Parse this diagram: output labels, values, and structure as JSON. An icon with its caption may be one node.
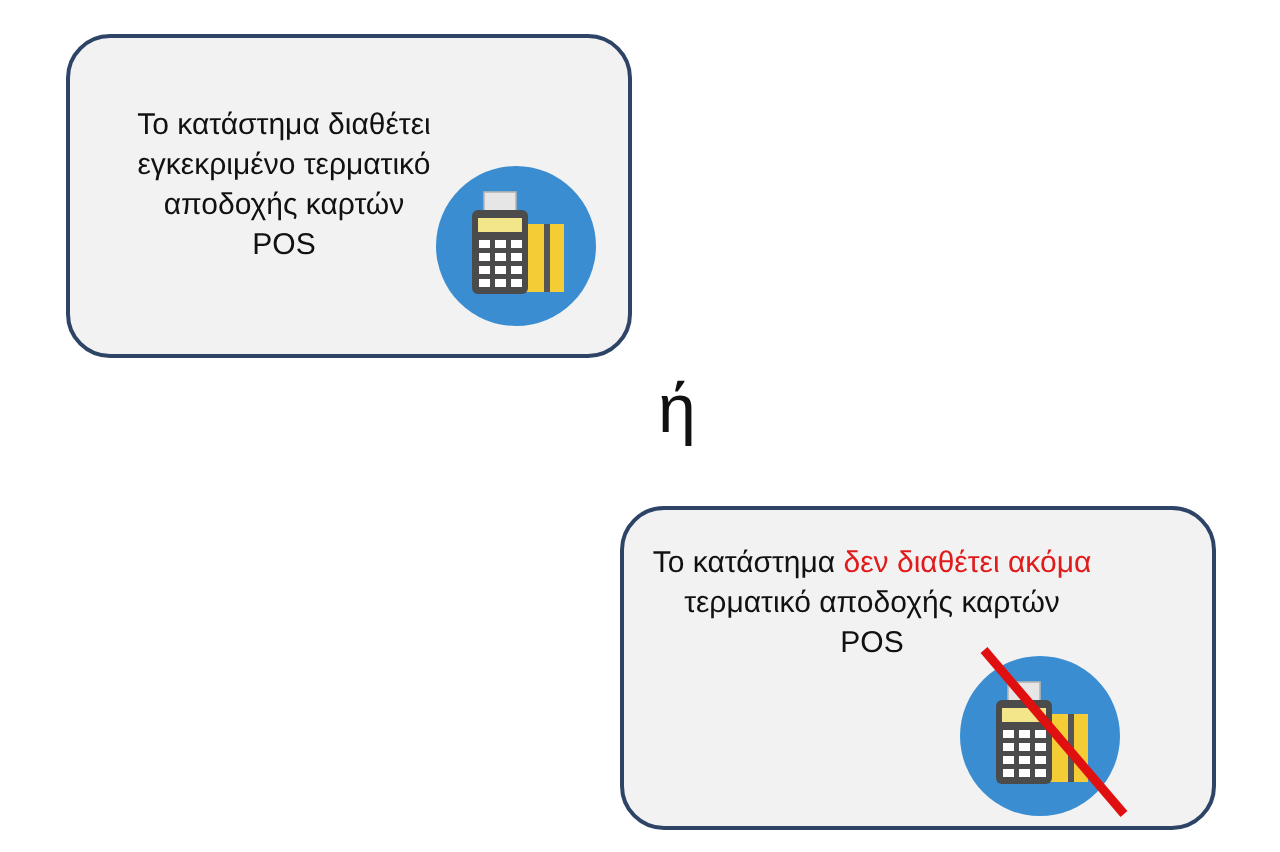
{
  "diagram": {
    "nodes": [
      {
        "text": [
          "Το κατάστημα διαθέτει εγκεκριμένο τερματικό αποδοχής καρτών POS"
        ]
      },
      {
        "text": [
          "Το κατάστημα δεν διαθέτει ακόμα τερματικό αποδοχής καρτών POS"
        ]
      }
    ],
    "labels": [
      "ή"
    ]
  }
}
